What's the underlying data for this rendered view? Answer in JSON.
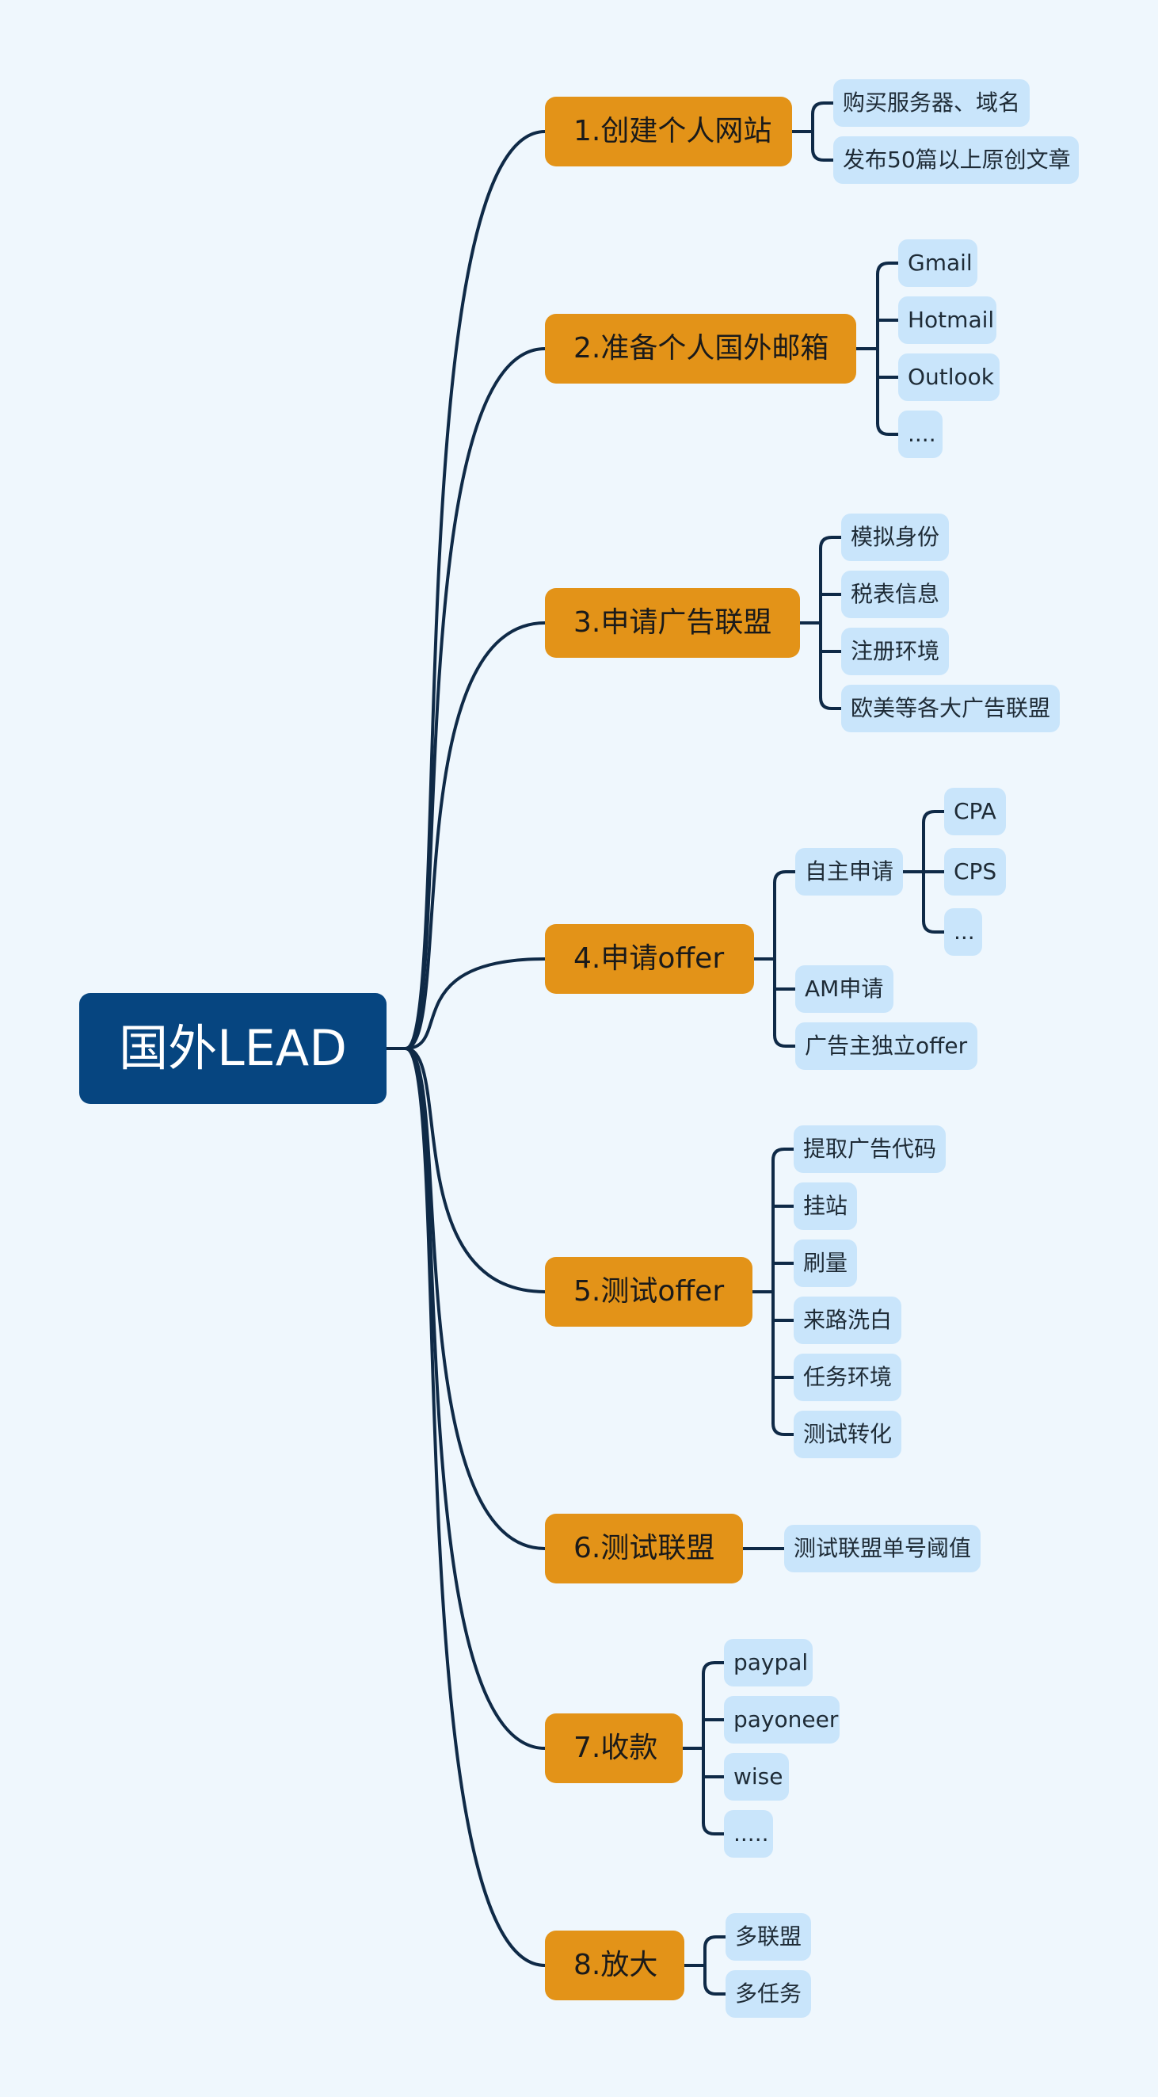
{
  "root": {
    "label": "国外LEAD"
  },
  "branches": [
    {
      "label": "1.创建个人网站",
      "children": [
        {
          "label": "购买服务器、域名"
        },
        {
          "label": "发布50篇以上原创文章"
        }
      ]
    },
    {
      "label": "2.准备个人国外邮箱",
      "children": [
        {
          "label": "Gmail"
        },
        {
          "label": "Hotmail"
        },
        {
          "label": "Outlook"
        },
        {
          "label": "...."
        }
      ]
    },
    {
      "label": "3.申请广告联盟",
      "children": [
        {
          "label": "模拟身份"
        },
        {
          "label": "税表信息"
        },
        {
          "label": "注册环境"
        },
        {
          "label": "欧美等各大广告联盟"
        }
      ]
    },
    {
      "label": "4.申请offer",
      "children": [
        {
          "label": "自主申请",
          "children": [
            {
              "label": "CPA"
            },
            {
              "label": "CPS"
            },
            {
              "label": "..."
            }
          ]
        },
        {
          "label": "AM申请"
        },
        {
          "label": "广告主独立offer"
        }
      ]
    },
    {
      "label": "5.测试offer",
      "children": [
        {
          "label": "提取广告代码"
        },
        {
          "label": "挂站"
        },
        {
          "label": "刷量"
        },
        {
          "label": "来路洗白"
        },
        {
          "label": "任务环境"
        },
        {
          "label": "测试转化"
        }
      ]
    },
    {
      "label": "6.测试联盟",
      "children": [
        {
          "label": "测试联盟单号阈值"
        }
      ]
    },
    {
      "label": "7.收款",
      "children": [
        {
          "label": "paypal"
        },
        {
          "label": "payoneer"
        },
        {
          "label": "wise"
        },
        {
          "label": "....."
        }
      ]
    },
    {
      "label": "8.放大",
      "children": [
        {
          "label": "多联盟"
        },
        {
          "label": "多任务"
        }
      ]
    }
  ],
  "colors": {
    "background": "#eff7fd",
    "root_fill": "#064580",
    "branch_fill": "#e39318",
    "leaf_fill": "#c9e5fb",
    "connector": "#0f2a47"
  }
}
